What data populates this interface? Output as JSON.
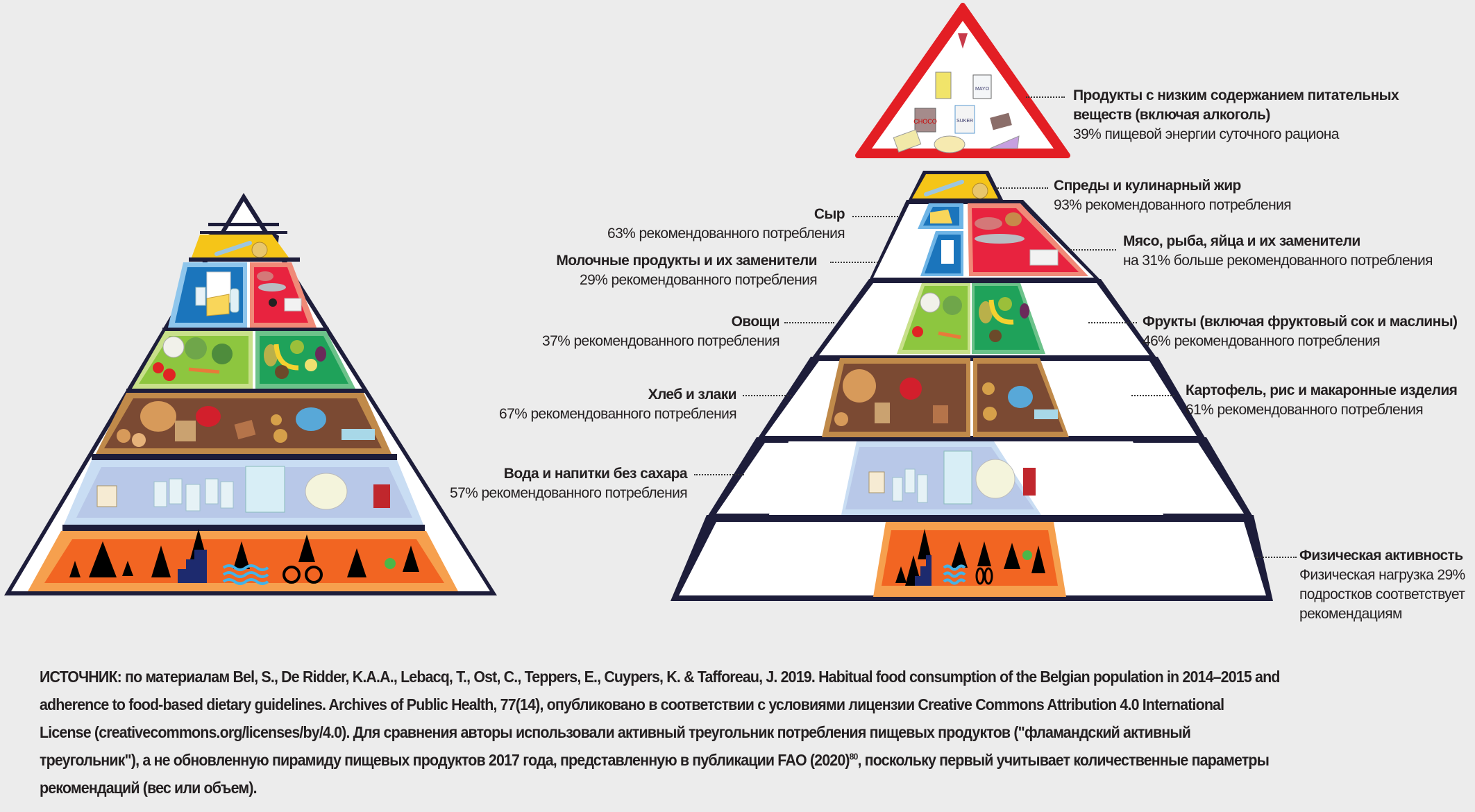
{
  "left_pyramid": {
    "layers": [
      {
        "id": "top-white",
        "icon": "empty-tip"
      },
      {
        "id": "spreads",
        "icon": "knife-oil-icon",
        "color": "#f5c518"
      },
      {
        "id": "dairy",
        "icon": "milk-cheese-icon",
        "color": "#1b75bc"
      },
      {
        "id": "meat",
        "icon": "meat-fish-icon",
        "color": "#e8233f"
      },
      {
        "id": "vegetables",
        "icon": "vegetables-icon",
        "color": "#8dc63f"
      },
      {
        "id": "fruits",
        "icon": "fruits-icon",
        "color": "#1fa25a"
      },
      {
        "id": "grains",
        "icon": "bread-potato-icon",
        "color": "#7b4a33"
      },
      {
        "id": "water",
        "icon": "water-glasses-icon",
        "color": "#c9d6ee"
      },
      {
        "id": "activity",
        "icon": "dancing-figures-icon",
        "color": "#f26522"
      }
    ]
  },
  "right_pyramid": {
    "warning_triangle": {
      "icon": "junk-food-icon",
      "color": "#e31e24",
      "items": [
        "CHOCO",
        "SUKER",
        "MAYO"
      ]
    }
  },
  "labels": {
    "low_nutrient": {
      "title": "Продукты с низким содержанием питательных веществ (включая алкоголь)",
      "title_line1": "Продукты с низким содержанием питательных",
      "title_line2": "веществ (включая алкоголь)",
      "value": "39% пищевой энергии суточного рациона"
    },
    "spreads": {
      "title": "Спреды и кулинарный жир",
      "value": "93% рекомендованного потребления"
    },
    "cheese": {
      "title": "Сыр",
      "value": "63% рекомендованного потребления"
    },
    "meat": {
      "title": "Мясо, рыба, яйца и их заменители",
      "value": "на 31% больше рекомендованного потребления"
    },
    "dairy": {
      "title": "Молочные продукты и их заменители",
      "value": "29% рекомендованного потребления"
    },
    "vegetables": {
      "title": "Овощи",
      "value": "37% рекомендованного потребления"
    },
    "fruits": {
      "title": "Фрукты (включая фруктовый сок и маслины)",
      "value": "46% рекомендованного потребления"
    },
    "bread": {
      "title": "Хлеб и злаки",
      "value": "67% рекомендованного потребления"
    },
    "potatoes": {
      "title": "Картофель, рис и макаронные изделия",
      "value": "61% рекомендованного потребления"
    },
    "water": {
      "title": "Вода и напитки без сахара",
      "value": "57% рекомендованного потребления"
    },
    "activity": {
      "title": "Физическая активность",
      "value_line1": "Физическая нагрузка 29%",
      "value_line2": "подростков соответствует",
      "value_line3": "рекомендациям"
    }
  },
  "source": {
    "line1": "ИСТОЧНИК: по материалам Bel, S., De Ridder, K.A.A., Lebacq, T., Ost, C., Teppers, E., Cuypers, K. & Tafforeau, J. 2019. Habitual food consumption of the Belgian population in 2014–2015 and",
    "line2": "adherence to food-based dietary guidelines. Archives of Public Health, 77(14), опубликовано в соответствии с условиями лицензии Creative Commons Attribution 4.0 International",
    "line3": "License (creativecommons.org/licenses/by/4.0). Для сравнения авторы использовали активный треугольник потребления пищевых продуктов (\"фламандский активный",
    "line4a": "треугольник\"), а не обновленную пирамиду пищевых продуктов 2017 года, представленную в публикации FAO (2020)",
    "footnote": "80",
    "line4b": ", поскольку первый учитывает количественные параметры",
    "line5": "рекомендаций (вес или объем)."
  }
}
